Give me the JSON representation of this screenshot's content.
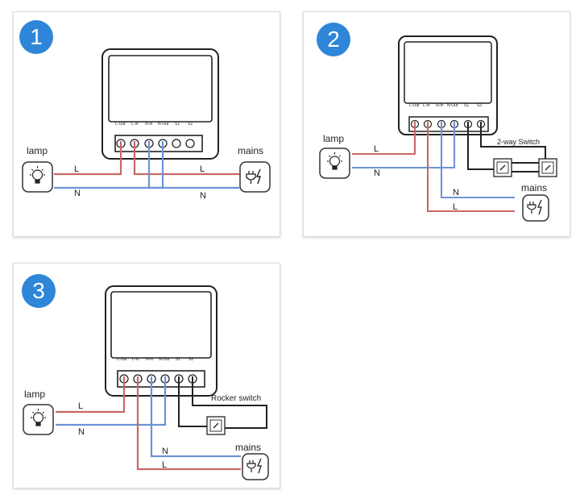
{
  "panels": [
    {
      "number": "1",
      "lamp": "lamp",
      "mains": "mains",
      "wire_l_left": "L",
      "wire_n_left": "N",
      "wire_l_right": "L",
      "wire_n_right": "N"
    },
    {
      "number": "2",
      "lamp": "lamp",
      "mains": "mains",
      "wire_l_left": "L",
      "wire_n_left": "N",
      "wire_n_right": "N",
      "wire_l_right": "L",
      "switch_label": "2-way Switch"
    },
    {
      "number": "3",
      "lamp": "lamp",
      "mains": "mains",
      "wire_l_left": "L",
      "wire_n_left": "N",
      "wire_n_right": "N",
      "wire_l_right": "L",
      "switch_label": "Rocker switch"
    }
  ],
  "terminals": [
    "L-Out",
    "L-In",
    "N-In",
    "N-Out",
    "S1",
    "S2"
  ],
  "colors": {
    "live": "#cc6666",
    "neutral": "#6d93d6",
    "switch_wire": "#222222",
    "badge": "#2f86d8"
  },
  "icons": {
    "lamp": "lightbulb-icon",
    "mains": "plug-icon"
  }
}
